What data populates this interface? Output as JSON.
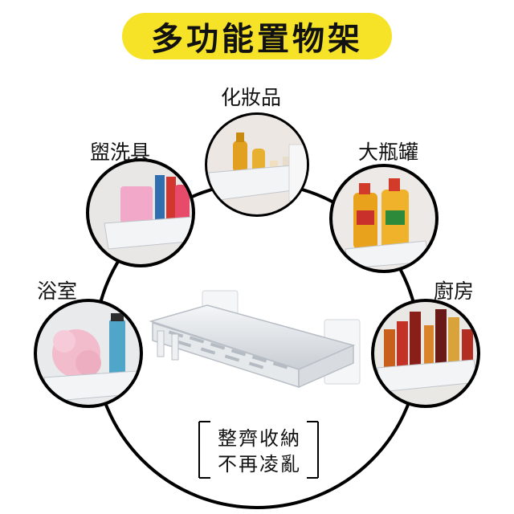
{
  "title": "多功能置物架",
  "labels": {
    "cosmetics": "化妝品",
    "toiletries": "盥洗具",
    "big_bottles": "大瓶罐",
    "bathroom": "浴室",
    "kitchen": "廚房"
  },
  "slogan": {
    "line1": "整齊收納",
    "line2": "不再凌亂"
  },
  "colors": {
    "banner": "#f6e227",
    "ring": "#000000",
    "shelf": "#dfe3e8"
  }
}
